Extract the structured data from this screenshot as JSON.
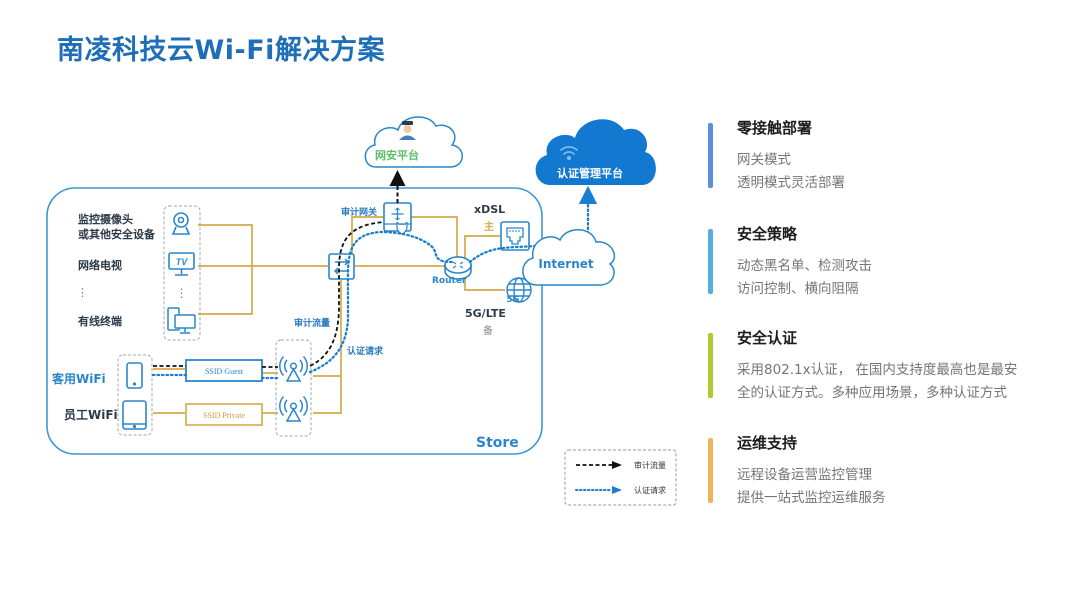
{
  "title": "南凌科技云Wi-Fi解决方案",
  "colors": {
    "title": "#1f6fb8",
    "diagram_blue": "#2a86cc",
    "wire_gold": "#d4a94a",
    "cloud_fill": "#1378d0",
    "security_green": "#5bbf6a"
  },
  "diagram": {
    "clouds": {
      "security_platform": {
        "label": "网安平台",
        "icon": "police-officer-icon"
      },
      "auth_platform": {
        "label": "认证管理平台",
        "icon": "wifi-icon"
      },
      "internet": {
        "label": "Internet"
      }
    },
    "store_label": "Store",
    "wired_devices": [
      {
        "label_lines": [
          "监控摄像头",
          "或其他安全设备"
        ],
        "icon": "camera-icon"
      },
      {
        "label_lines": [
          "网络电视"
        ],
        "icon": "tv-icon",
        "icon_text": "TV"
      },
      {
        "label_lines": [
          "⋮"
        ],
        "icon": "ellipsis-icon"
      },
      {
        "label_lines": [
          "有线终端"
        ],
        "icon": "desktop-icon"
      }
    ],
    "wifi_devices": [
      {
        "label": "客用WiFi",
        "icon": "phone-icon",
        "ssid": "SSID Guest"
      },
      {
        "label": "员工WiFi",
        "icon": "tablet-icon",
        "ssid": "SSID Private"
      }
    ],
    "audit_gateway_label": "审计网关",
    "router_label": "Router",
    "xdsl": {
      "label": "xDSL",
      "role": "主"
    },
    "lte": {
      "label": "5G/LTE",
      "role": "备",
      "icon_text": "5G"
    },
    "audit_traffic_label": "审计流量",
    "auth_request_label": "认证请求",
    "legend": [
      {
        "style": "dashed",
        "label": "审计流量"
      },
      {
        "style": "dotted",
        "label": "认证请求"
      }
    ]
  },
  "features": [
    {
      "title": "零接触部署",
      "lines": [
        "网关模式",
        "透明模式灵活部署"
      ],
      "color": "#5b8fd9"
    },
    {
      "title": "安全策略",
      "lines": [
        "动态黑名单、检测攻击",
        "访问控制、横向阻隔"
      ],
      "color": "#55aede"
    },
    {
      "title": "安全认证",
      "lines": [
        "采用802.1x认证，  在国内支持度最高也是最安",
        "全的认证方式。多种应用场景，多种认证方式"
      ],
      "color": "#a9cc2e"
    },
    {
      "title": "运维支持",
      "lines": [
        "远程设备运营监控管理",
        "提供一站式监控运维服务"
      ],
      "color": "#f0b35a"
    }
  ]
}
